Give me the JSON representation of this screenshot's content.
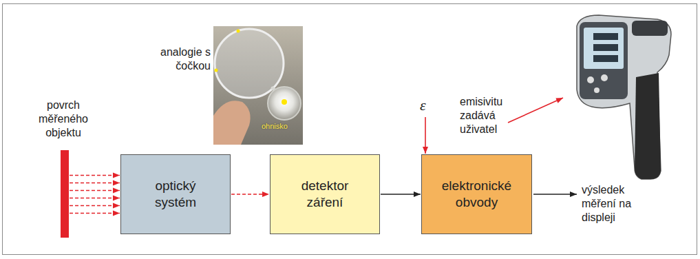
{
  "diagram": {
    "nodes": [
      {
        "text": [
          "povrch měřeného objektu"
        ]
      },
      {
        "text": [
          "optický systém"
        ]
      },
      {
        "text": [
          "detektor záření"
        ]
      },
      {
        "text": [
          "elektronické obvody"
        ]
      }
    ],
    "edges": [
      {
        "from": 0,
        "to": 1,
        "arrow": "to"
      },
      {
        "from": 1,
        "to": 2,
        "arrow": "to"
      },
      {
        "from": 2,
        "to": 3,
        "arrow": "to"
      }
    ],
    "labels": [
      "analogie s čočkou",
      "ohnisko",
      "ε",
      "emisivitu zadává uživatel",
      "výsledek měření na displeji"
    ]
  }
}
